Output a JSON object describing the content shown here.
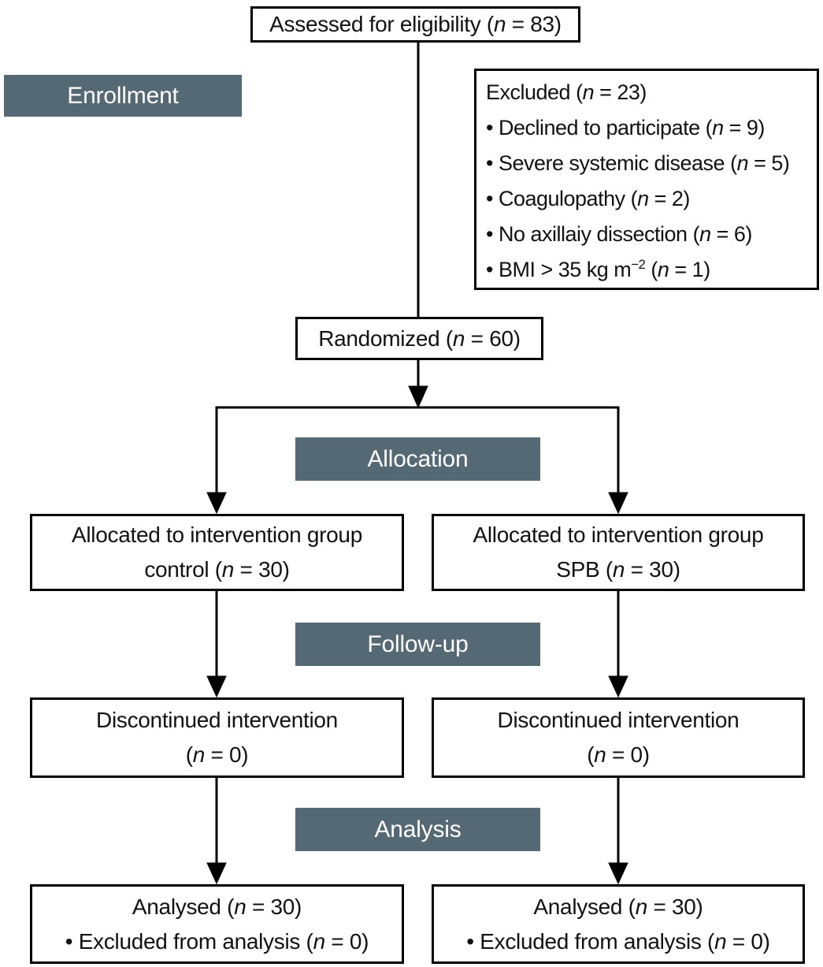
{
  "colors": {
    "banner_background": "#546974",
    "banner_text": "#ffffff",
    "box_border": "#000000",
    "box_text": "#111111",
    "page_background": "#ffffff",
    "connector": "#000000"
  },
  "banners": {
    "enrollment": "Enrollment",
    "allocation": "Allocation",
    "followup": "Follow-up",
    "analysis": "Analysis"
  },
  "nodes": {
    "assessed": {
      "text": "Assessed for eligibility (*n* = 83)"
    },
    "excluded": {
      "title": "Excluded (*n* = 23)",
      "items": [
        "• Declined to participate (*n* = 9)",
        "• Severe systemic disease (*n* = 5)",
        "• Coagulopathy (*n* = 2)",
        "• No axillaiy dissection (*n* = 6)",
        "• BMI > 35 kg m^−2^ (*n* = 1)"
      ]
    },
    "randomized": {
      "text": "Randomized (*n* = 60)"
    },
    "allocated_control": {
      "line1": "Allocated to intervention group",
      "line2": "control (*n* = 30)"
    },
    "allocated_spb": {
      "line1": "Allocated to intervention group",
      "line2": "SPB (*n* = 30)"
    },
    "discontinued_control": {
      "line1": "Discontinued intervention",
      "line2": "(*n* = 0)"
    },
    "discontinued_spb": {
      "line1": "Discontinued intervention",
      "line2": "(*n* = 0)"
    },
    "analysed_control": {
      "line1": "Analysed (*n* = 30)",
      "line2": "• Excluded from analysis (*n* = 0)"
    },
    "analysed_spb": {
      "line1": "Analysed (*n* = 30)",
      "line2": "• Excluded from analysis (*n* = 0)"
    }
  }
}
